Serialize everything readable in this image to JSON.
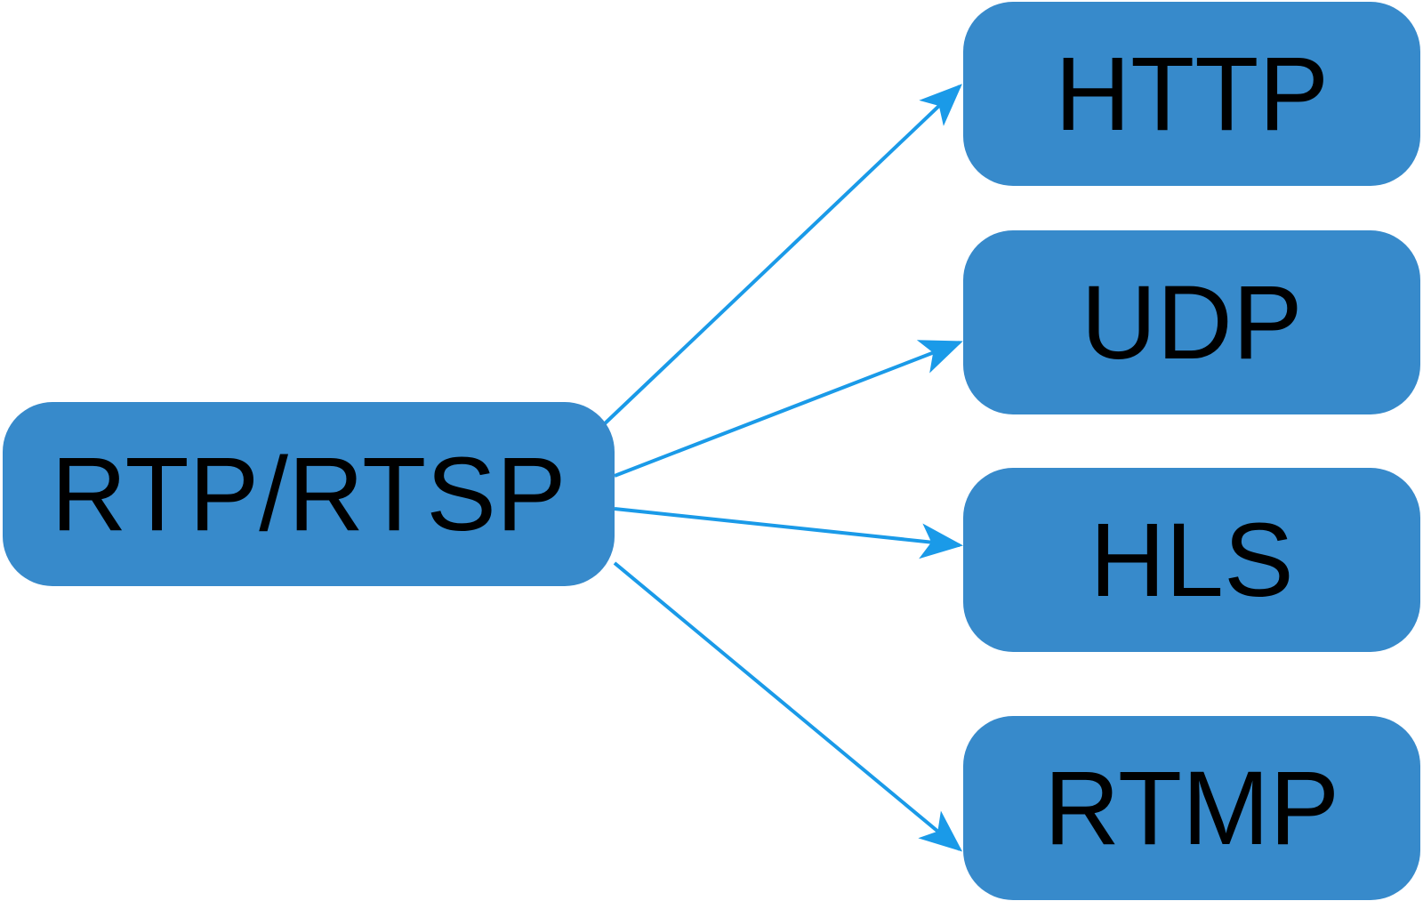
{
  "diagram": {
    "source": {
      "label": "RTP/RTSP"
    },
    "targets": [
      {
        "id": "http",
        "label": "HTTP"
      },
      {
        "id": "udp",
        "label": "UDP"
      },
      {
        "id": "hls",
        "label": "HLS"
      },
      {
        "id": "rtmp",
        "label": "RTMP"
      }
    ],
    "edges": [
      {
        "from": "source",
        "to": "http"
      },
      {
        "from": "source",
        "to": "udp"
      },
      {
        "from": "source",
        "to": "hls"
      },
      {
        "from": "source",
        "to": "rtmp"
      }
    ]
  },
  "colors": {
    "node_fill": "#378acb",
    "edge": "#1a9ae8",
    "text": "#000000"
  }
}
